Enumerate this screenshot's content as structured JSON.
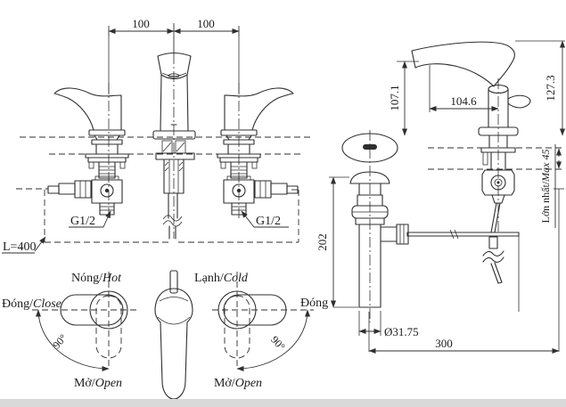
{
  "front_view": {
    "dim_spacing_left": "100",
    "dim_spacing_right": "100",
    "inlet_left_label": "G1/2",
    "inlet_right_label": "G1/2",
    "hose_length_label": "L=400"
  },
  "side_view": {
    "dim_spout_outlet_height": "107.1",
    "dim_spout_reach": "104.6",
    "dim_total_height": "127.3",
    "deck_max_viet": "Lớn nhất/",
    "deck_max_eng": "Max 45",
    "dim_drain_body_height": "202",
    "dim_drain_diameter": "Ø31.75",
    "dim_rod_reach": "300"
  },
  "handles": {
    "hot_viet": "Nóng/",
    "hot_eng": "Hot",
    "cold_viet": "Lạnh/",
    "cold_eng": "Cold",
    "close_left_viet": "Đóng/",
    "close_left_eng": "Close",
    "close_right": "Đóng",
    "open_left_viet": "Mở/",
    "open_left_eng": "Open",
    "open_right_viet": "Mở/",
    "open_right_eng": "Open",
    "angle_left": "90°",
    "angle_right": "90°"
  },
  "colors": {
    "line": "#2f2f2f",
    "text": "#1b1b1b",
    "background": "#ffffff",
    "bottom_band": "#d9d9d9"
  }
}
